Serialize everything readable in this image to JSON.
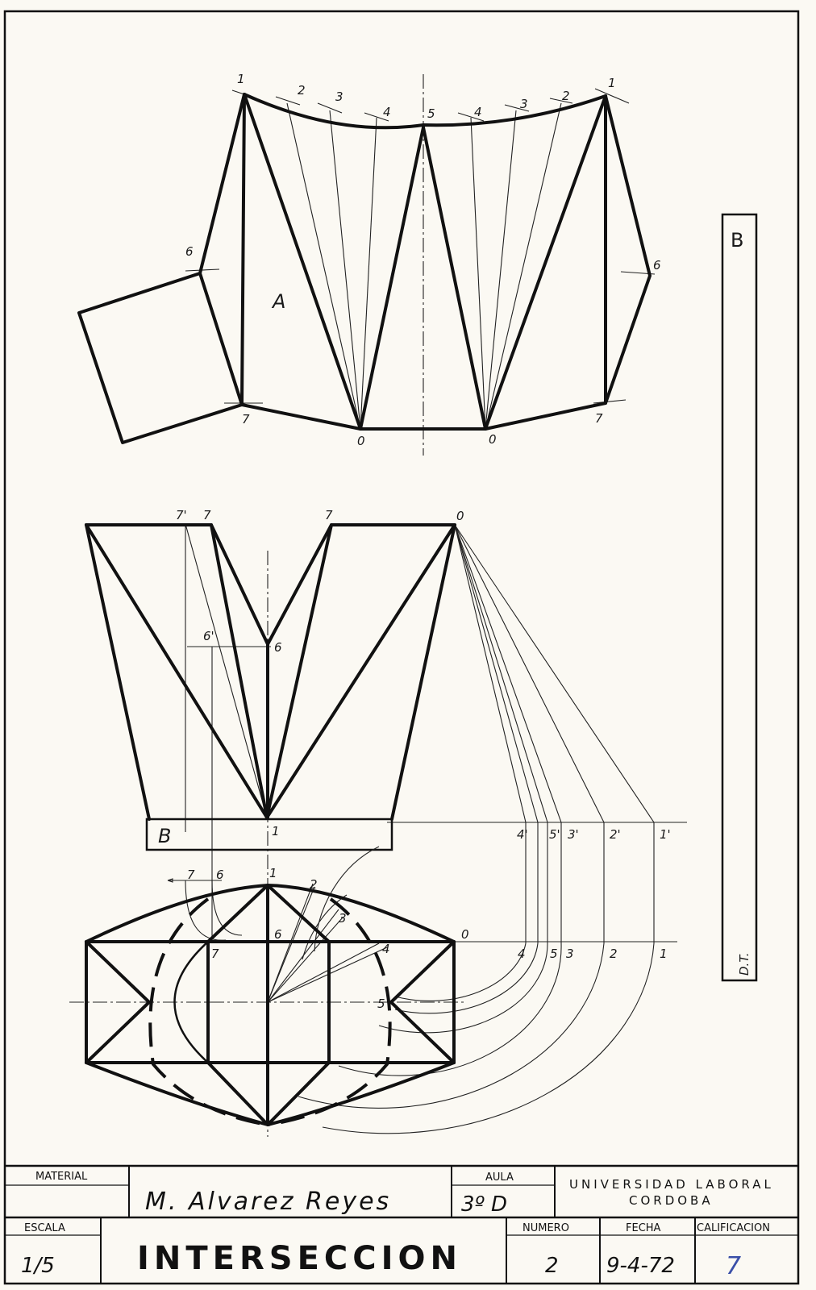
{
  "development": {
    "top_labels": [
      "1",
      "2",
      "3",
      "4",
      "5",
      "4",
      "3",
      "2",
      "1"
    ],
    "side_labels": [
      "6",
      "6"
    ],
    "bottom_labels": [
      "7",
      "0",
      "0",
      "7"
    ],
    "region_label": "A"
  },
  "elevation": {
    "top_labels": [
      "7'",
      "7",
      "7",
      "0"
    ],
    "mid_labels": [
      "6'",
      "6"
    ],
    "base_label": "1",
    "base_letter": "B",
    "proj_labels": [
      "4'",
      "5'",
      "3'",
      "2'",
      "1'"
    ]
  },
  "plan": {
    "top_labels": [
      "7",
      "6",
      "1",
      "2"
    ],
    "inner_labels": [
      "3",
      "6",
      "4",
      "7",
      "5"
    ],
    "zero_label": "0",
    "proj_labels": [
      "4",
      "5",
      "3",
      "2",
      "1"
    ]
  },
  "side_panel": {
    "letter": "B",
    "initials": "D.T."
  },
  "title_block": {
    "material_label": "MATERIAL",
    "author": "M. Alvarez Reyes",
    "aula_label": "AULA",
    "aula_value": "3º D",
    "university_line1": "UNIVERSIDAD LABORAL",
    "university_line2": "CORDOBA",
    "escala_label": "ESCALA",
    "escala_value": "1/5",
    "title": "INTERSECCION",
    "numero_label": "NUMERO",
    "numero_value": "2",
    "fecha_label": "FECHA",
    "fecha_value": "9-4-72",
    "calificacion_label": "CALIFICACION",
    "calificacion_value": "7"
  },
  "colors": {
    "ink": "#111111",
    "paper": "#fbf9f3",
    "grade": "#3a4fa8"
  }
}
